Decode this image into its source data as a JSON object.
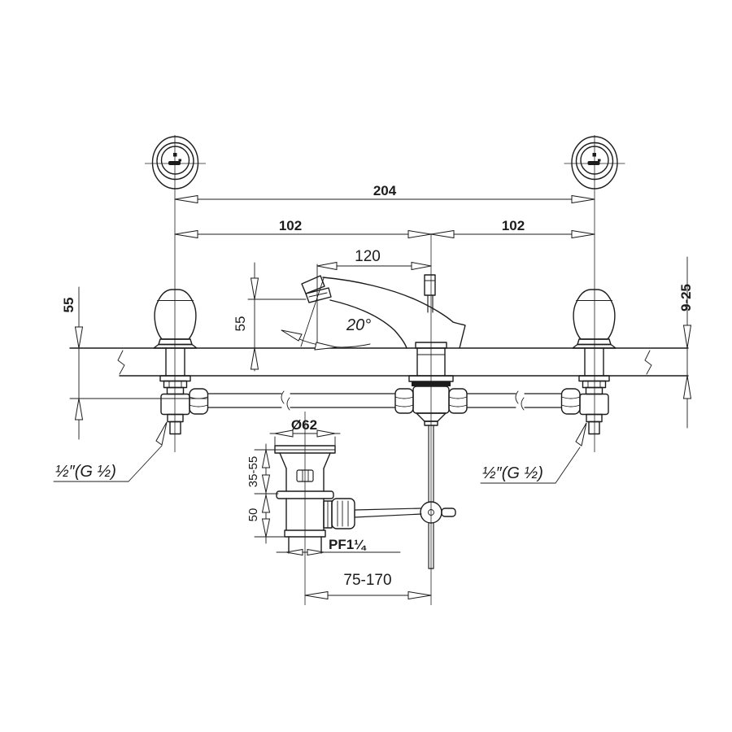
{
  "drawing": {
    "title": "Two-handle basin faucet with pop-up drain — installation dimension drawing",
    "line_color": "#1c1c1c",
    "background_color": "#ffffff"
  },
  "labels": {
    "dim_total_spread": "204",
    "dim_left_half": "102",
    "dim_right_half": "102",
    "dim_spout_reach": "120",
    "dim_spout_height": "55",
    "dim_handle_depth": "55",
    "dim_deck_thickness": "9-25",
    "angle_spout": "20°",
    "dim_popup_flange_dia": "Ø62",
    "dim_popup_upper": "35-55",
    "dim_popup_lower": "50",
    "dim_popup_offset": "75-170",
    "thread_popup": "PF1¼",
    "conn_left": "½″(G ½)",
    "conn_right": "½″(G ½)"
  }
}
